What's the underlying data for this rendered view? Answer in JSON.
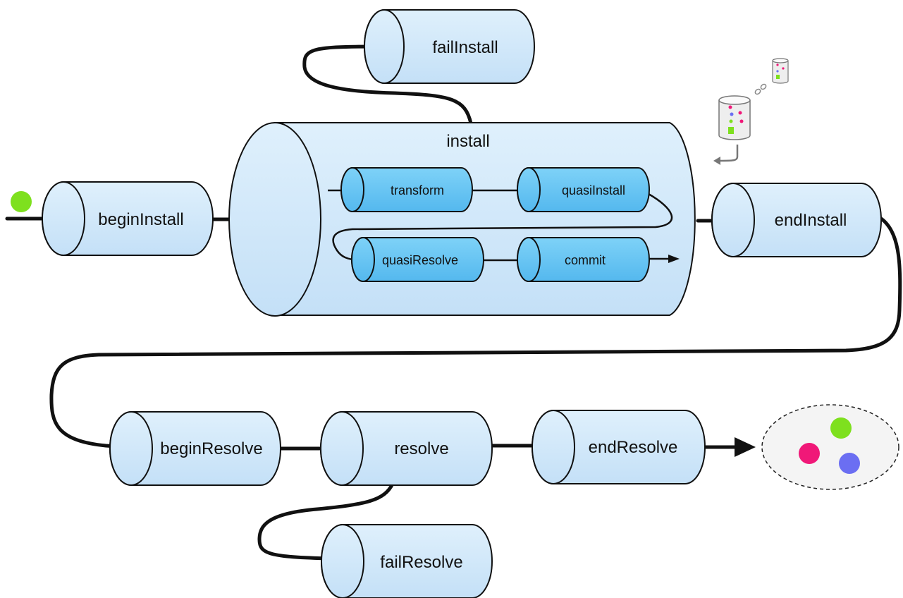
{
  "diagram": {
    "stages": {
      "begin_install": "beginInstall",
      "install": "install",
      "fail_install": "failInstall",
      "end_install": "endInstall",
      "begin_resolve": "beginResolve",
      "resolve": "resolve",
      "end_resolve": "endResolve",
      "fail_resolve": "failResolve"
    },
    "install_substages": {
      "transform": "transform",
      "quasi_install": "quasiInstall",
      "quasi_resolve": "quasiResolve",
      "commit": "commit"
    }
  },
  "colors": {
    "outer_cylinder_fill": "#cfe6fa",
    "inner_cylinder_fill": "#6cc7f5",
    "outline": "#111111",
    "start_dot": "#7ee01e",
    "result_dot_green": "#7ee01e",
    "result_dot_pink": "#f01878",
    "result_dot_blue": "#6b6ef2",
    "result_pool_fill": "#f4f4f4"
  },
  "icons": {
    "bundle_database": "database-icon",
    "bundle_link": "chain-link-icon",
    "bundle_small_database": "small-database-icon",
    "return_arrow": "curved-arrow-icon"
  }
}
